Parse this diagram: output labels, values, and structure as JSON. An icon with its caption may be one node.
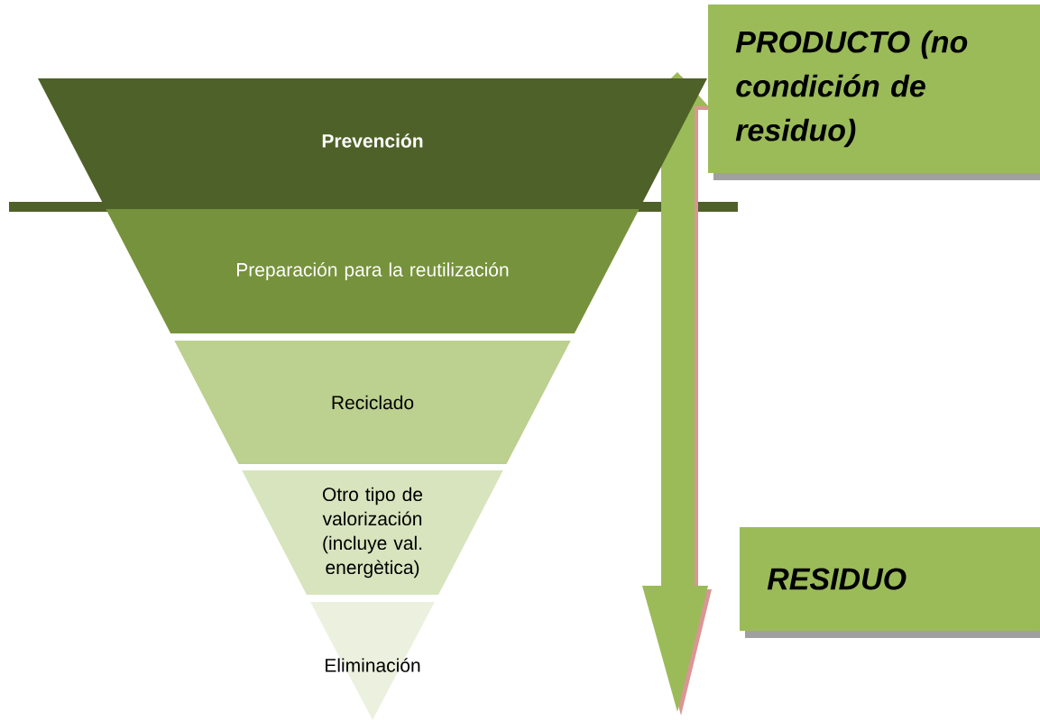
{
  "diagram": {
    "nodes": [
      {
        "text": [
          "Prevención"
        ]
      },
      {
        "text": [
          "Preparación para la reutilización"
        ]
      },
      {
        "text": [
          "Reciclado"
        ]
      },
      {
        "text": [
          "Otro tipo de valorización (incluye val. energètica)"
        ]
      },
      {
        "text": [
          "Eliminación"
        ]
      },
      {
        "text": [
          "PRODUCTO (no condición de residuo)"
        ]
      },
      {
        "text": [
          "RESIDUO"
        ]
      }
    ]
  }
}
